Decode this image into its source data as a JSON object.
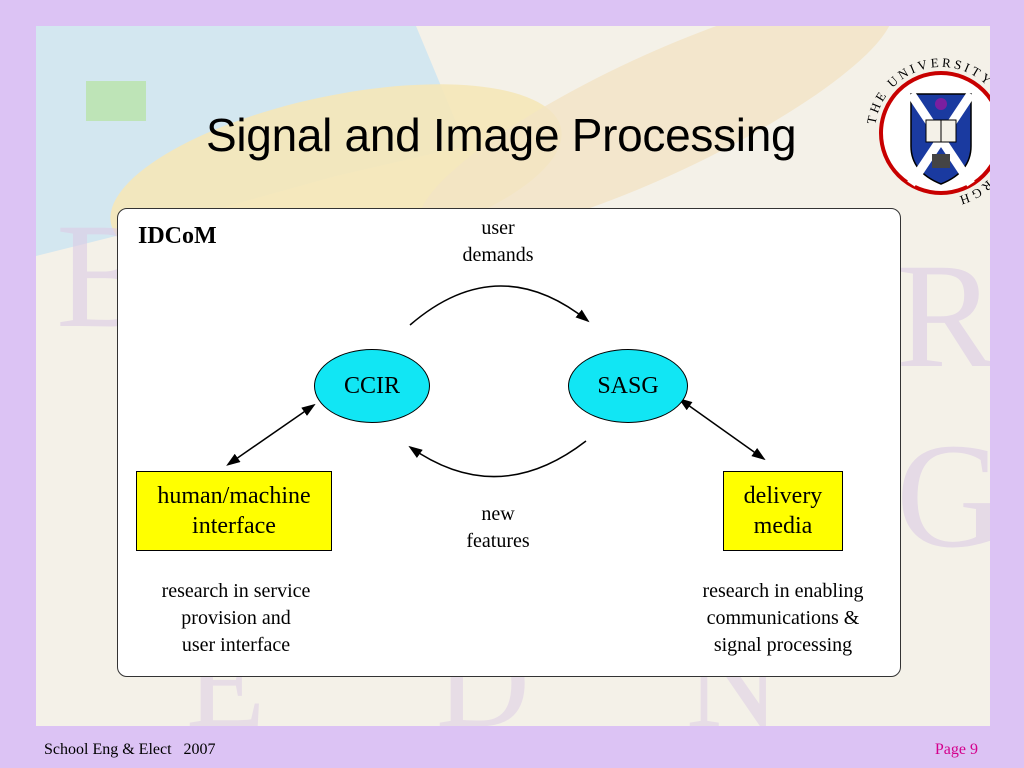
{
  "slide": {
    "title": "Signal and Image Processing",
    "crest": {
      "ring_text": "THE UNIVERSITY OF EDINBURGH"
    }
  },
  "diagram": {
    "group_label": "IDCoM",
    "nodes": {
      "ccir": "CCIR",
      "sasg": "SASG",
      "hmi": [
        "human/machine",
        "interface"
      ],
      "delivery": [
        "delivery",
        "media"
      ]
    },
    "arrow_labels": {
      "top": [
        "user",
        "demands"
      ],
      "bottom": [
        "new",
        "features"
      ]
    },
    "captions": {
      "left": [
        "research in service",
        "provision and",
        "user interface"
      ],
      "right": [
        "research in enabling",
        "communications &",
        "signal processing"
      ]
    },
    "colors": {
      "ellipse_fill": "#11e6f4",
      "rect_fill": "#ffff00"
    }
  },
  "footer": {
    "left": "School Eng & Elect   2007",
    "right": "Page 9"
  }
}
